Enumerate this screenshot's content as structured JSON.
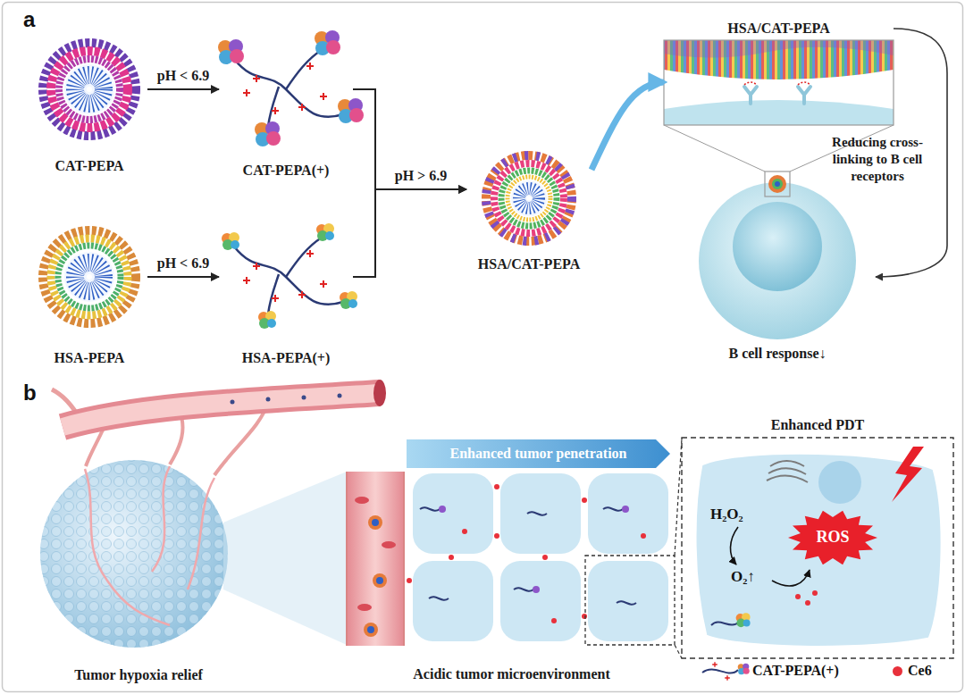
{
  "diagram": {
    "nodes": [
      {
        "text": [
          "CAT-PEPA"
        ]
      },
      {
        "text": [
          "CAT-PEPA(+)"
        ]
      },
      {
        "text": [
          "HSA-PEPA"
        ]
      },
      {
        "text": [
          "HSA-PEPA(+)"
        ]
      },
      {
        "text": [
          "HSA/CAT-PEPA"
        ]
      },
      {
        "text": [
          "HSA/CAT-PEPA"
        ]
      },
      {
        "text": [
          "B cell response↓"
        ]
      },
      {
        "text": [
          "Tumor hypoxia relief"
        ]
      },
      {
        "text": [
          "Enhanced tumor penetration"
        ]
      },
      {
        "text": [
          "Acidic tumor microenvironment"
        ]
      },
      {
        "text": [
          "Enhanced PDT"
        ]
      },
      {
        "text": [
          "ROS"
        ],
        "in": 10
      }
    ],
    "edges": [
      {
        "from": 0,
        "to": 1,
        "arrow": "to",
        "label": "pH < 6.9"
      },
      {
        "from": 2,
        "to": 3,
        "arrow": "to",
        "label": "pH < 6.9"
      },
      {
        "from": 1,
        "to": 4,
        "arrow": "to",
        "label": "pH > 6.9"
      },
      {
        "from": 3,
        "to": 4,
        "arrow": "to"
      },
      {
        "from": 4,
        "to": 5,
        "arrow": "to"
      },
      {
        "from": 5,
        "to": 6,
        "arrow": "to",
        "label": "Reducing cross-linking to B cell receptors"
      }
    ],
    "labels": [
      "a",
      "b",
      "H₂O₂",
      "O₂↑"
    ],
    "legend": [
      {
        "text": "CAT-PEPA(+)"
      },
      {
        "text": "Ce6",
        "color": "#e8313b"
      }
    ]
  }
}
